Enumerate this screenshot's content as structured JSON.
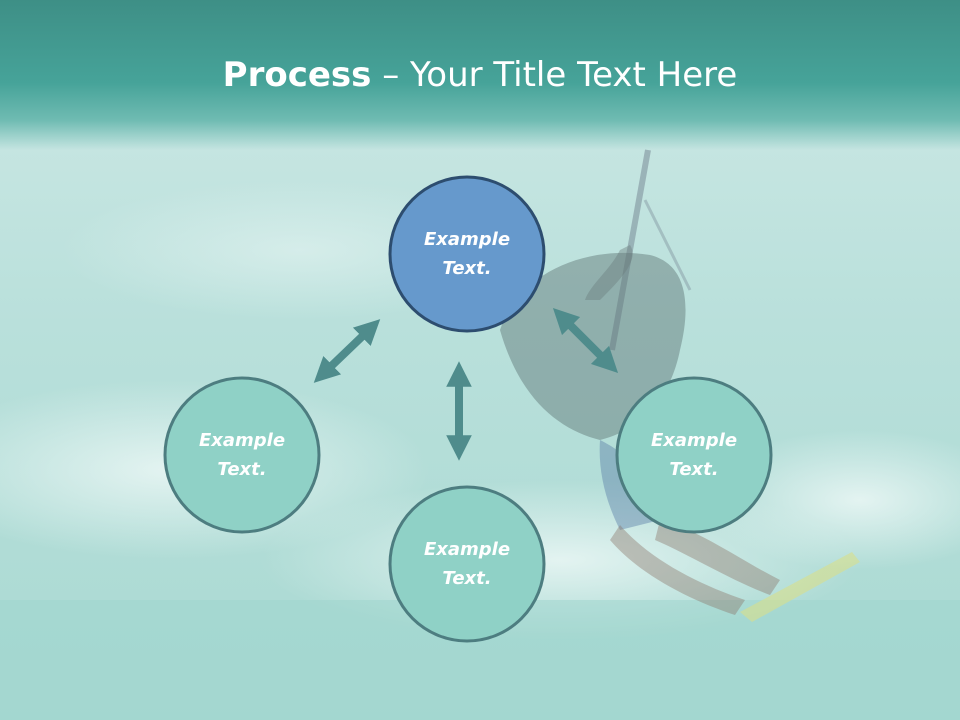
{
  "title": {
    "bold": "Process",
    "separator": " – ",
    "rest": "Your Title Text Here"
  },
  "nodes": [
    {
      "line1": "Example",
      "line2": "Text."
    },
    {
      "line1": "Example",
      "line2": "Text."
    },
    {
      "line1": "Example",
      "line2": "Text."
    },
    {
      "line1": "Example",
      "line2": "Text."
    }
  ],
  "colors": {
    "header": "#46a399",
    "node_top_fill": "#6699cc",
    "node_top_stroke": "#2d4d6f",
    "node_fill": "#8fd1c6",
    "node_stroke": "#4d7d80",
    "arrow": "#4f8c8c"
  }
}
